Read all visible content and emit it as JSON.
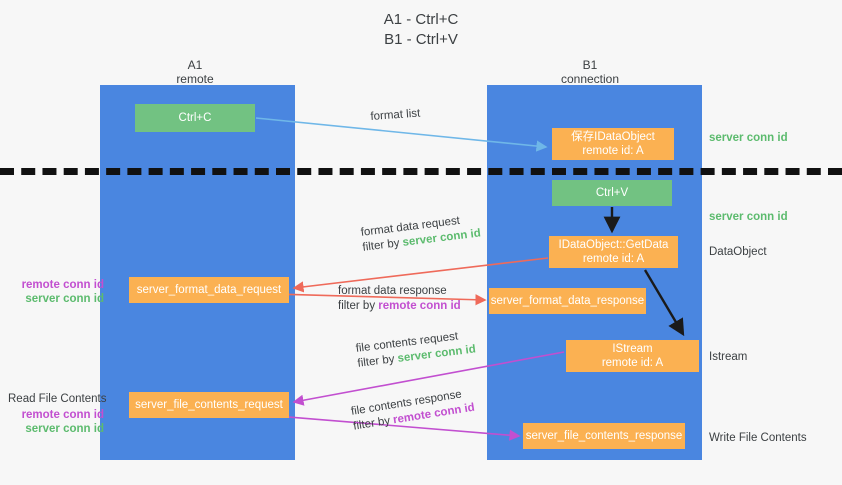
{
  "title": {
    "line1": "A1 - Ctrl+C",
    "line2": "B1 - Ctrl+V"
  },
  "columns": {
    "left": {
      "name": "A1",
      "role": "remote"
    },
    "right": {
      "name": "B1",
      "role": "connection"
    }
  },
  "boxes": {
    "ctrl_c": {
      "label": "Ctrl+C",
      "color": "#72c282"
    },
    "save_idataobject": {
      "line1": "保存IDataObject",
      "line2": "remote id: A",
      "color": "#fbb152"
    },
    "ctrl_v": {
      "label": "Ctrl+V",
      "color": "#72c282"
    },
    "getdata": {
      "line1": "IDataObject::GetData",
      "line2": "remote id: A",
      "color": "#fbb152"
    },
    "server_format_data_request": {
      "label": "server_format_data_request",
      "color": "#fbb152"
    },
    "server_format_data_response": {
      "label": "server_format_data_response",
      "color": "#fbb152"
    },
    "istream": {
      "line1": "IStream",
      "line2": "remote id: A",
      "color": "#fbb152"
    },
    "server_file_contents_request": {
      "label": "server_file_contents_request",
      "color": "#fbb152"
    },
    "server_file_contents_response": {
      "label": "server_file_contents_response",
      "color": "#fbb152"
    }
  },
  "flows": {
    "format_list": {
      "label": "format list"
    },
    "format_data_request": {
      "line1": "format data request",
      "filter_prefix": "filter by ",
      "filter_key": "server conn id"
    },
    "format_data_response": {
      "line1": "format data response",
      "filter_prefix": "filter by ",
      "filter_key": "remote conn id"
    },
    "file_contents_request": {
      "line1": "file contents request",
      "filter_prefix": "filter by ",
      "filter_key": "server conn id"
    },
    "file_contents_response": {
      "line1": "file contents response",
      "filter_prefix": "filter by ",
      "filter_key": "remote conn id"
    }
  },
  "side_labels": {
    "right_server_conn_1": "server conn id",
    "right_server_conn_2": "server conn id",
    "right_dataobject": "DataObject",
    "right_istream": "Istream",
    "right_write_file": "Write File Contents",
    "left_remote_conn_1": "remote conn id",
    "left_server_conn_1": "server conn id",
    "left_read_file": "Read File Contents",
    "left_remote_conn_2": "remote conn id",
    "left_server_conn_2": "server conn id"
  },
  "colors": {
    "band": "#4a86e0",
    "green_box": "#72c282",
    "orange_box": "#fbb152",
    "server_conn_text": "#5cbb6e",
    "remote_conn_text": "#c24fd0",
    "arrow_blue": "#6fb7e8",
    "arrow_red": "#ef6a5a",
    "arrow_magenta": "#c24fd0",
    "arrow_dark": "#1a1a1a",
    "divider": "#111111",
    "background": "#f7f7f7"
  }
}
